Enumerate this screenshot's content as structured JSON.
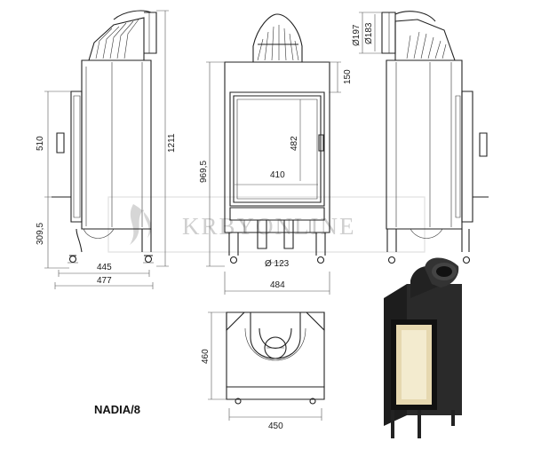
{
  "model": "NADIA/8",
  "watermark": "KRBYONLINE",
  "dimensions": {
    "front_width": "484",
    "window_width": "410",
    "window_height": "482",
    "hood_height": "150",
    "overall_height_front": "969,5",
    "flue_diameter": "Ø 123",
    "collar_outer": "Ø197",
    "collar_inner": "Ø183",
    "side_upper": "510",
    "side_lower": "309,5",
    "side_total": "1211",
    "side_depth_inner": "445",
    "side_depth_outer": "477",
    "top_depth": "460",
    "top_width": "450"
  }
}
